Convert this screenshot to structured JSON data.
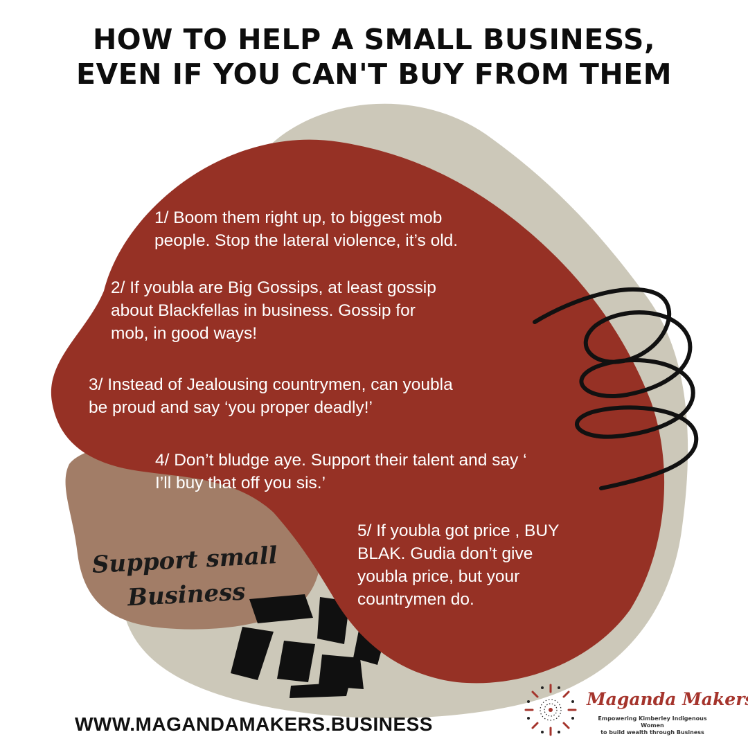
{
  "title": {
    "line1": "HOW TO HELP A SMALL BUSINESS,",
    "line2": "EVEN IF YOU CAN'T BUY FROM THEM"
  },
  "tips": [
    {
      "line1": "1/ Boom them right up, to biggest mob",
      "line2": "people. Stop the lateral violence, it’s old."
    },
    {
      "line1": "2/ If youbla are Big Gossips, at least gossip",
      "line2": "about Blackfellas in business. Gossip for",
      "line3": "mob, in good ways!"
    },
    {
      "line1": "3/ Instead of Jealousing countrymen, can youbla",
      "line2": "be proud and say ‘you proper deadly!’"
    },
    {
      "line1": "4/ Don’t bludge aye. Support their talent and say ‘",
      "line2": "I’ll buy that off you sis.’"
    },
    {
      "line1": "5/ If youbla got price , BUY",
      "line2": "BLAK. Gudia don’t give",
      "line3": "youbla price, but your",
      "line4": "countrymen do."
    }
  ],
  "badge": {
    "line1": "Support small",
    "line2": "Business"
  },
  "website": "WWW.MAGANDAMAKERS.BUSINESS",
  "logo": {
    "name": "Maganda Makers",
    "tagline_line1": "Empowering Kimberley Indigenous Women",
    "tagline_line2": "to build wealth through Business",
    "icon": "dot-circle-sun-icon"
  },
  "colors": {
    "background": "#ffffff",
    "blob_red": "#963125",
    "blob_beige": "#ccc8b9",
    "blob_brown": "#a27d67",
    "text_dark": "#0d0d0d",
    "text_light": "#ffffff",
    "brand": "#a5342c"
  }
}
